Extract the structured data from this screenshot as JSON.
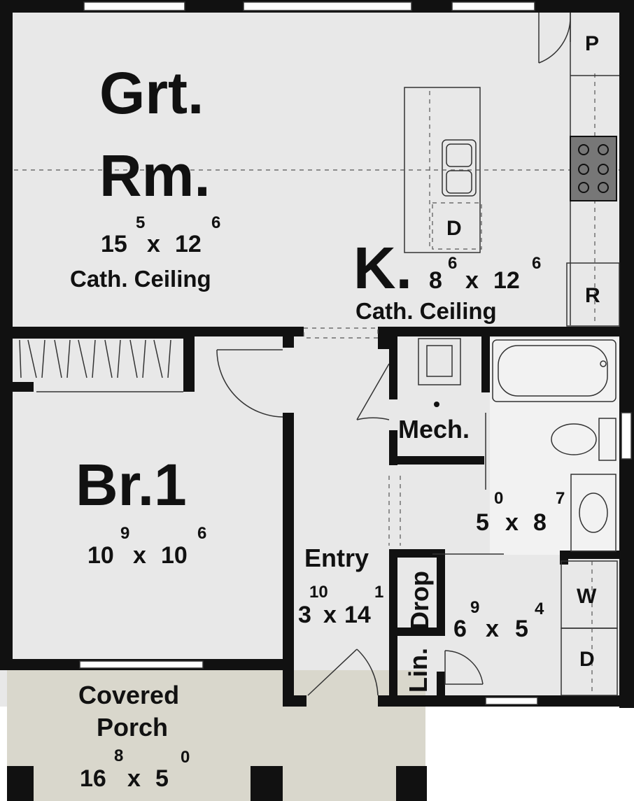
{
  "rooms": {
    "great_room": {
      "name_line1": "Grt.",
      "name_line2": "Rm.",
      "w_ft": "15",
      "w_in": "5",
      "l_ft": "12",
      "l_in": "6",
      "note": "Cath. Ceiling"
    },
    "kitchen": {
      "name": "K.",
      "w_ft": "8",
      "w_in": "6",
      "l_ft": "12",
      "l_in": "6",
      "note": "Cath. Ceiling"
    },
    "bedroom": {
      "name": "Br.1",
      "w_ft": "10",
      "w_in": "9",
      "l_ft": "10",
      "l_in": "6"
    },
    "entry": {
      "name": "Entry",
      "w_ft": "3",
      "w_in": "10",
      "l_ft": "14",
      "l_in": "1"
    },
    "bath": {
      "w_ft": "5",
      "w_in": "0",
      "l_ft": "8",
      "l_in": "7"
    },
    "laundry": {
      "w_ft": "6",
      "w_in": "9",
      "l_ft": "5",
      "l_in": "4"
    },
    "mech": {
      "name": "Mech."
    },
    "drop": {
      "name": "Drop"
    },
    "linen": {
      "name": "Lin."
    },
    "porch": {
      "name_line1": "Covered",
      "name_line2": "Porch",
      "w_ft": "16",
      "w_in": "8",
      "l_ft": "5",
      "l_in": "0"
    }
  },
  "fixtures": {
    "pantry": "P",
    "refrigerator": "R",
    "dishwasher": "D",
    "washer": "W",
    "dryer": "D",
    "times": "x"
  },
  "colors": {
    "wall": "#111111",
    "floor": "#e8e8e8",
    "porch": "#d9d7cc"
  }
}
